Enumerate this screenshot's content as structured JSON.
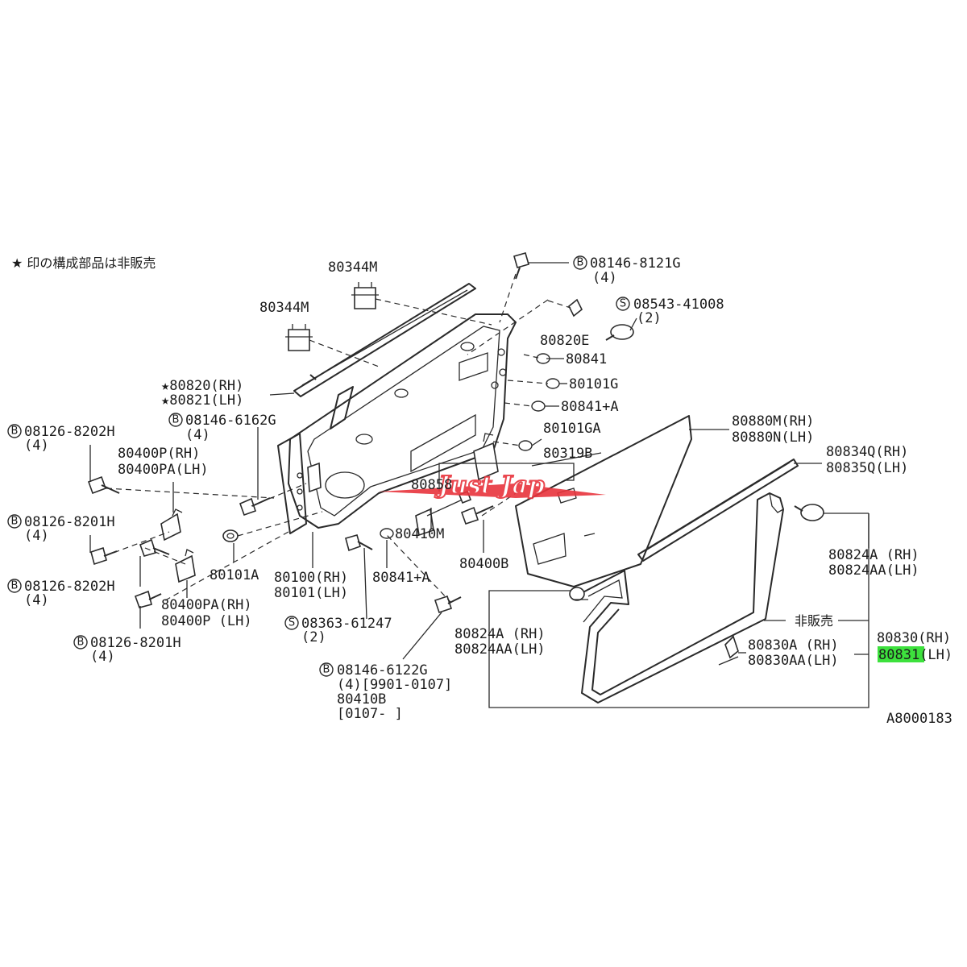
{
  "note": "★ 印の構成部品は非販売",
  "watermark": "Just Jap",
  "non_sale_label": "非販売",
  "highlight_color": "#3de13d",
  "watermark_color": "#e8343c",
  "labels": {
    "p80344m_a": "80344M",
    "p80344m_b": "80344M",
    "b08146_8121g": "08146-8121G",
    "b08146_8121g_qty": "(4)",
    "s08543_41008": "08543-41008",
    "s08543_41008_qty": "(2)",
    "p80820e": "80820E",
    "p80841": "80841",
    "p80101g": "80101G",
    "p80841a_top": "80841+A",
    "p80101ga": "80101GA",
    "p80820": "80820(RH)",
    "p80821": "80821(LH)",
    "b08126_8202h_a": "08126-8202H",
    "b08126_8202h_a_qty": "(4)",
    "p80400p_rh": "80400P(RH)",
    "p80400pa_lh": "80400PA(LH)",
    "b08146_6162g": "08146-6162G",
    "b08146_6162g_qty": "(4)",
    "p80880m": "80880M(RH)",
    "p80880n": "80880N(LH)",
    "p80834q": "80834Q(RH)",
    "p80835q": "80835Q(LH)",
    "p80319b": "80319B",
    "p80858": "80858",
    "b08126_8201h_a": "08126-8201H",
    "b08126_8201h_a_qty": "(4)",
    "p80410m": "80410M",
    "p80400b": "80400B",
    "p80101a": "80101A",
    "p80100": "80100(RH)",
    "p80101": "80101(LH)",
    "p80841a_bot": "80841+A",
    "p80824a_r1": "80824A (RH)",
    "p80824aa_r1": "80824AA(LH)",
    "b08126_8202h_b": "08126-8202H",
    "b08126_8202h_b_qty": "(4)",
    "p80400pa_rh": "80400PA(RH)",
    "p80400p_lh": "80400P (LH)",
    "s08363_61247": "08363-61247",
    "s08363_61247_qty": "(2)",
    "b08126_8201h_b": "08126-8201H",
    "b08126_8201h_b_qty": "(4)",
    "b08146_6122g": "08146-6122G",
    "b08146_6122g_qty": "(4)[9901-0107]",
    "p80410b": "80410B",
    "p80410b_range": "[0107-    ]",
    "p80824a_r2": "80824A (RH)",
    "p80824aa_r2": "80824AA(LH)",
    "p80830": "80830(RH)",
    "p80831": "80831",
    "p80831_suffix": "(LH)",
    "p80830a": "80830A (RH)",
    "p80830aa": "80830AA(LH)",
    "ref_code": "A8000183"
  },
  "bolt_marker": "B",
  "screw_marker": "S"
}
